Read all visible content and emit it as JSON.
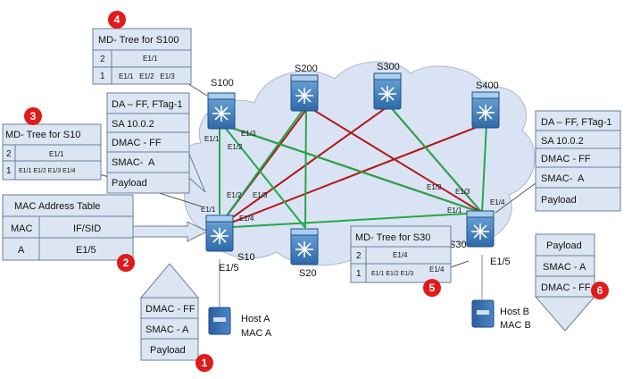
{
  "switches": {
    "s100": "S100",
    "s200": "S200",
    "s300": "S300",
    "s400": "S400",
    "s10": "S10",
    "s20": "S20",
    "s30": "S30"
  },
  "ports": {
    "s100_e1_1": "E1/1",
    "s100_e1_2": "E1/2",
    "s100_e1_3": "E1/3",
    "s10_e1_1": "E1/1",
    "s10_e1_2": "E1/2",
    "s10_e1_3": "E1/3",
    "s10_e1_4": "E1/4",
    "s10_e1_5": "E1/5",
    "s30_e1_1": "E1/1",
    "s30_e1_2": "E1/2",
    "s30_e1_3": "E1/3",
    "s30_e1_4": "E1/4",
    "s30_e1_5": "E1/5"
  },
  "hosts": {
    "a_name": "Host A",
    "a_mac": "MAC A",
    "b_name": "Host B",
    "b_mac": "MAC B"
  },
  "md_tree_s100": {
    "title": "MD- Tree for S100",
    "rows": [
      {
        "k": "2",
        "v": "E1/1"
      },
      {
        "k": "1",
        "v": "E1/1   E1/2   E1/3"
      }
    ]
  },
  "md_tree_s10": {
    "title": "MD- Tree for S10",
    "rows": [
      {
        "k": "2",
        "v": "E1/1"
      },
      {
        "k": "1",
        "v": "E1/1 E1/2 E1/3 E1/4"
      }
    ]
  },
  "md_tree_s30": {
    "title": "MD- Tree for S30",
    "rows": [
      {
        "k": "2",
        "v": "E1/4"
      },
      {
        "k": "1",
        "v": "E1/1 E1/2 E1/3"
      }
    ]
  },
  "frame_s100": {
    "rows": [
      "DA – FF, FTag-1",
      "SA 10.0.2",
      "DMAC - FF",
      "SMAC-  A",
      "Payload"
    ]
  },
  "frame_s30": {
    "rows": [
      "DA – FF, FTag-1",
      "SA 10.0.2",
      "DMAC - FF",
      "SMAC-  A",
      "Payload"
    ]
  },
  "mac_table": {
    "title": "MAC Address Table",
    "header": [
      "MAC",
      "IF/SID"
    ],
    "row": [
      "A",
      "E1/5"
    ]
  },
  "frame_host_a": {
    "rows": [
      "DMAC - FF",
      "SMAC - A",
      "Payload"
    ]
  },
  "frame_host_b": {
    "rows": [
      "Payload",
      "SMAC - A",
      "DMAC - FF"
    ]
  },
  "badges": [
    "1",
    "2",
    "3",
    "4",
    "5",
    "6"
  ],
  "colors": {
    "red_link": "#b01818",
    "green_link": "#22a84a",
    "box_fill": "#dce6f2",
    "cloud_fill": "#dae3f3",
    "badge": "#e01b1b",
    "switch": "#3d7fc4"
  }
}
